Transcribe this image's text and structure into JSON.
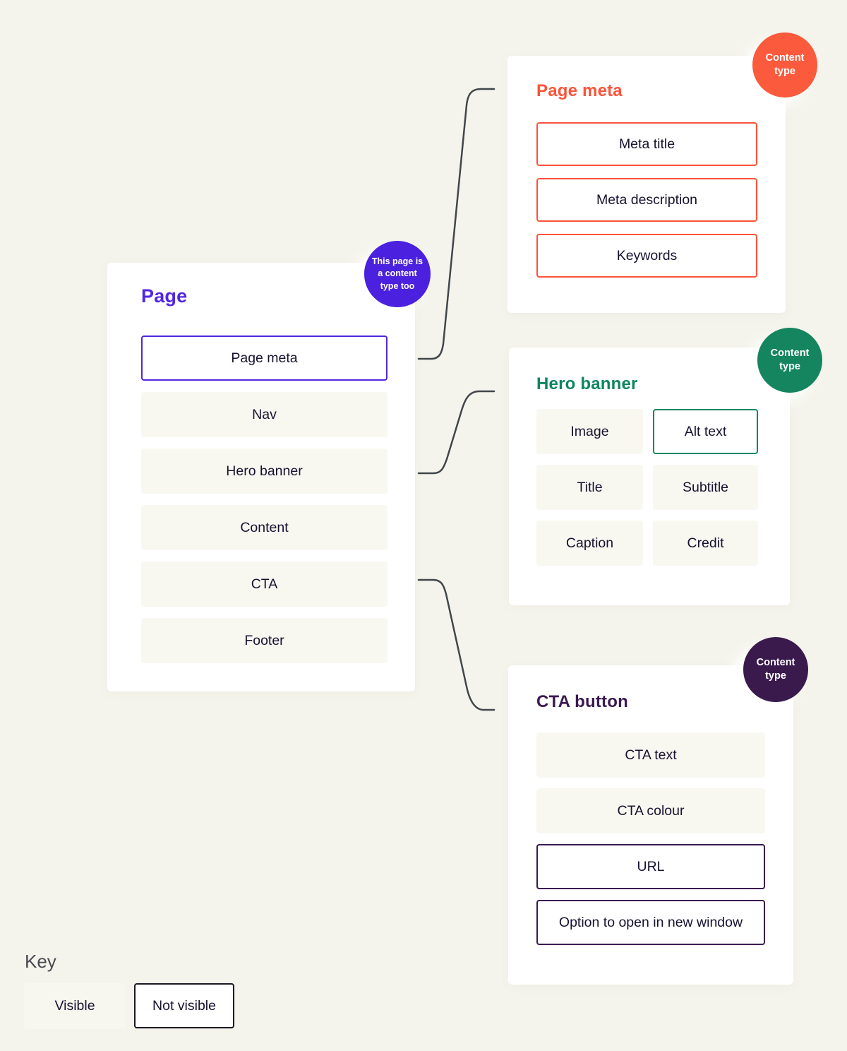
{
  "colors": {
    "background": "#f4f4ec",
    "page_accent": "#5226e0",
    "page_meta_accent": "#fb543a",
    "hero_accent": "#0f8560",
    "cta_accent": "#3b1a52",
    "note_bubble": "#4b20df",
    "connector_line": "#41464b"
  },
  "note_bubble": {
    "text": "This page is a content type too"
  },
  "cards": {
    "page": {
      "title": "Page",
      "items": [
        {
          "label": "Page meta",
          "visibility": "not-visible"
        },
        {
          "label": "Nav",
          "visibility": "visible"
        },
        {
          "label": "Hero banner",
          "visibility": "visible"
        },
        {
          "label": "Content",
          "visibility": "visible"
        },
        {
          "label": "CTA",
          "visibility": "visible"
        },
        {
          "label": "Footer",
          "visibility": "visible"
        }
      ]
    },
    "page_meta": {
      "title": "Page meta",
      "badge": "Content type",
      "items": [
        {
          "label": "Meta title",
          "visibility": "not-visible"
        },
        {
          "label": "Meta description",
          "visibility": "not-visible"
        },
        {
          "label": "Keywords",
          "visibility": "not-visible"
        }
      ]
    },
    "hero": {
      "title": "Hero banner",
      "badge": "Content type",
      "items": [
        {
          "label": "Image",
          "visibility": "visible"
        },
        {
          "label": "Alt text",
          "visibility": "not-visible"
        },
        {
          "label": "Title",
          "visibility": "visible"
        },
        {
          "label": "Subtitle",
          "visibility": "visible"
        },
        {
          "label": "Caption",
          "visibility": "visible"
        },
        {
          "label": "Credit",
          "visibility": "visible"
        }
      ]
    },
    "cta": {
      "title": "CTA button",
      "badge": "Content type",
      "items": [
        {
          "label": "CTA text",
          "visibility": "visible"
        },
        {
          "label": "CTA colour",
          "visibility": "visible"
        },
        {
          "label": "URL",
          "visibility": "not-visible"
        },
        {
          "label": "Option to open in new window",
          "visibility": "not-visible"
        }
      ]
    }
  },
  "key": {
    "title": "Key",
    "visible_label": "Visible",
    "not_visible_label": "Not visible"
  }
}
